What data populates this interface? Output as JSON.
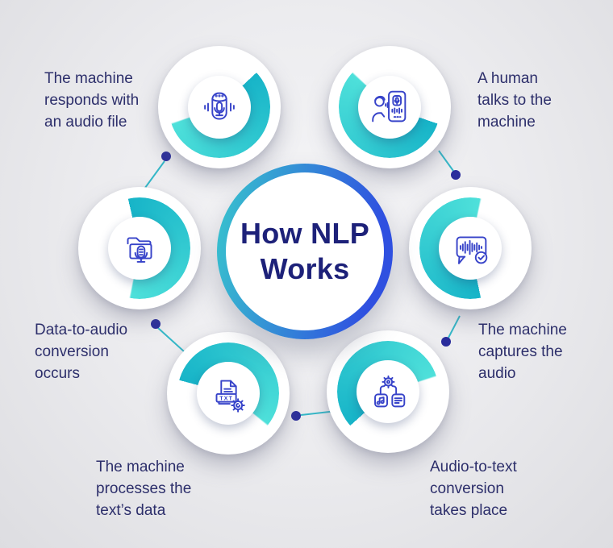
{
  "title": {
    "line1": "How NLP",
    "line2": "Works"
  },
  "steps": [
    {
      "position": "top-right",
      "lines": [
        "A human",
        "talks to the",
        "machine"
      ],
      "icon": "human-talks-phone-icon"
    },
    {
      "position": "right",
      "lines": [
        "The machine",
        "captures the",
        "audio"
      ],
      "icon": "speech-bubble-wave-check-icon"
    },
    {
      "position": "bottom-right",
      "lines": [
        "Audio-to-text",
        "conversion",
        "takes place"
      ],
      "icon": "audio-to-text-gear-icon"
    },
    {
      "position": "bottom-left",
      "lines": [
        "The machine",
        "processes the",
        "text’s data"
      ],
      "icon": "txt-document-gear-icon"
    },
    {
      "position": "left",
      "lines": [
        "Data-to-audio",
        "conversion",
        "occurs"
      ],
      "icon": "folder-microphone-icon"
    },
    {
      "position": "top-left",
      "lines": [
        "The machine",
        "responds with",
        "an audio file"
      ],
      "icon": "smart-speaker-icon"
    }
  ],
  "icon_text": {
    "txt_label": "TXT"
  },
  "colors": {
    "arc_teal_start": "#17b4c8",
    "arc_teal_end": "#4ee0da",
    "ring_blue": "#2f50e0",
    "label_navy": "#2d2f6b",
    "title_navy": "#1d2179",
    "connector_line": "#35b8c8",
    "connector_dot": "#2a2d9c",
    "icon_stroke": "#3743c9"
  }
}
